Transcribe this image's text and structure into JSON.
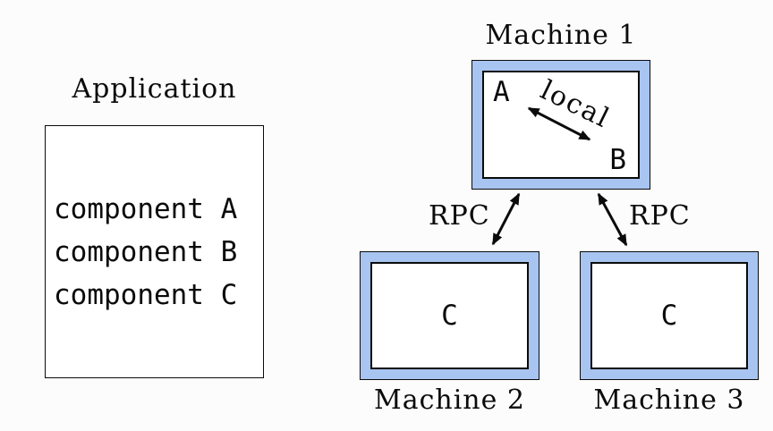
{
  "colors": {
    "background": "#fcfcfc",
    "machine_frame_fill": "#a8c4f0",
    "stroke": "#0b0b0b",
    "box_interior": "#ffffff"
  },
  "application": {
    "title": "Application",
    "components": [
      "component A",
      "component B",
      "component C"
    ]
  },
  "machine1": {
    "title": "Machine 1",
    "component_a": "A",
    "component_b": "B",
    "arrow_label": "local"
  },
  "machine2": {
    "title": "Machine 2",
    "component": "C"
  },
  "machine3": {
    "title": "Machine 3",
    "component": "C"
  },
  "rpc": {
    "left_label": "RPC",
    "right_label": "RPC"
  }
}
